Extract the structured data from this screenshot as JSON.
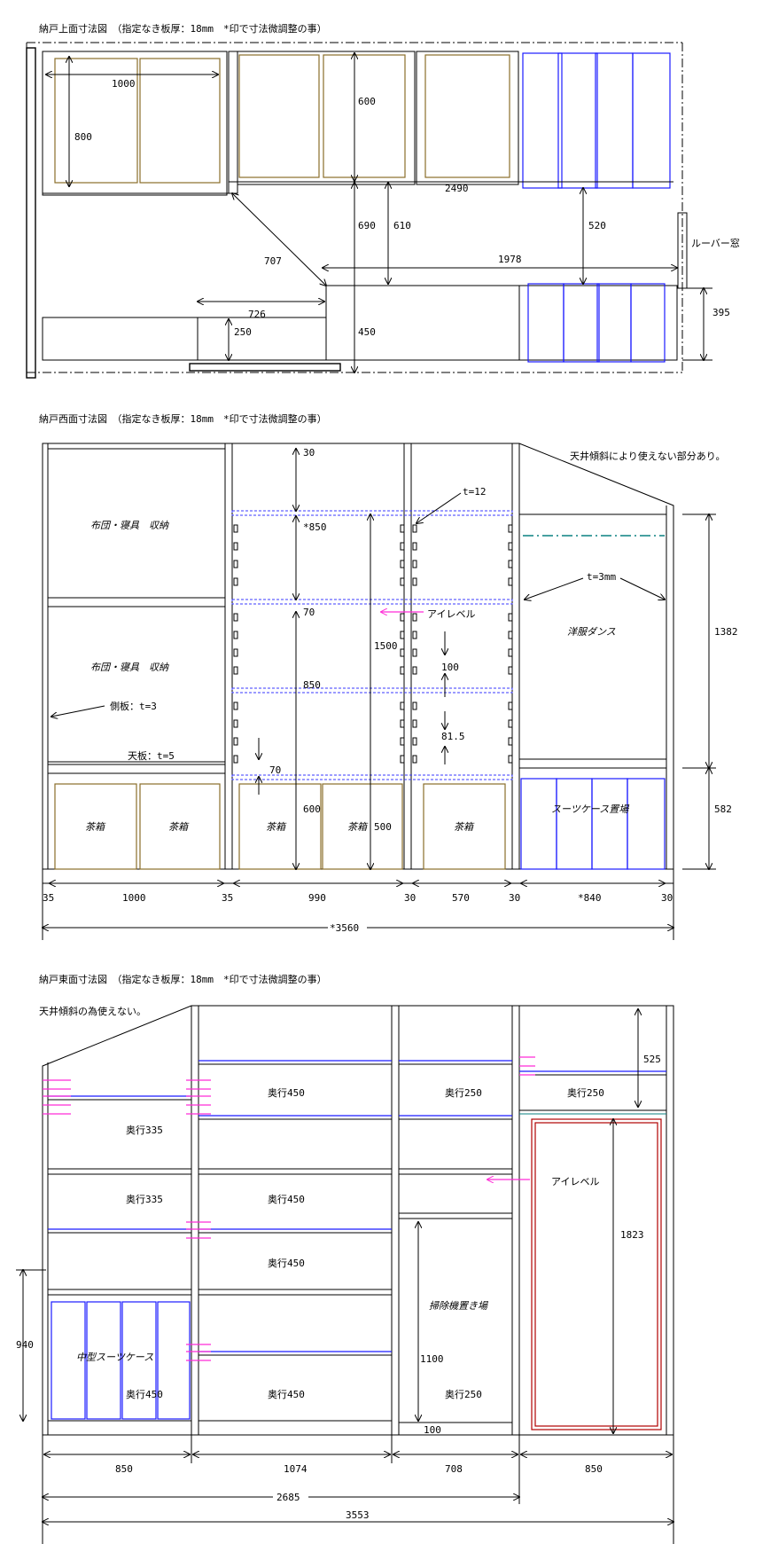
{
  "top_view": {
    "title": "納戸上面寸法図　（指定なき板厚：18mm　*印で寸法微調整の事）",
    "louver_label": "ルーバー窓",
    "dims": {
      "d1000": "1000",
      "d800": "800",
      "d600": "600",
      "d2490": "2490",
      "d690": "690",
      "d610": "610",
      "d520": "520",
      "d707": "707",
      "d1978": "1978",
      "d726": "726",
      "d250": "250",
      "d450": "450",
      "d395": "395"
    }
  },
  "west_view": {
    "title": "納戸西面寸法図　（指定なき板厚：18mm　*印で寸法微調整の事）",
    "note": "天井傾斜により使えない部分あり。",
    "futon1": "布団・寝具　収納",
    "futon2": "布団・寝具　収納",
    "side_board": "側板：t=3",
    "top_board": "天板：t=5",
    "chabako": "茶箱",
    "eye_level": "アイレベル",
    "wardrobe": "洋服ダンス",
    "suitcase": "スーツケース置場",
    "t12": "t=12",
    "t3mm": "t=3mm",
    "dims": {
      "d30a": "30",
      "d850a": "*850",
      "d70a": "70",
      "d850b": "850",
      "d70b": "70",
      "d600": "600",
      "d1500": "1500",
      "d500": "500",
      "d100": "100",
      "d81": "81.5",
      "d1382": "1382",
      "d582": "582"
    },
    "bottom_dims": [
      "35",
      "1000",
      "35",
      "990",
      "30",
      "570",
      "30",
      "*840",
      "30"
    ],
    "total": "*3560"
  },
  "east_view": {
    "title": "納戸東面寸法図　（指定なき板厚：18mm　*印で寸法微調整の事）",
    "note": "天井傾斜の為使えない。",
    "depth335a": "奥行335",
    "depth335b": "奥行335",
    "depth450a": "奥行450",
    "depth450b": "奥行450",
    "depth450c": "奥行450",
    "depth450d": "奥行450",
    "depth450e": "奥行450",
    "depth250a": "奥行250",
    "depth250b": "奥行250",
    "depth250c": "奥行250",
    "eye_level": "アイレベル",
    "vacuum": "掃除機置き場",
    "mid_suitcase": "中型スーツケース",
    "dims": {
      "d525": "525",
      "d1823": "1823",
      "d940": "940",
      "d1100": "1100",
      "d100": "100"
    },
    "bottom_dims": [
      "850",
      "1074",
      "708",
      "850"
    ],
    "total1": "2685",
    "total2": "3553"
  }
}
